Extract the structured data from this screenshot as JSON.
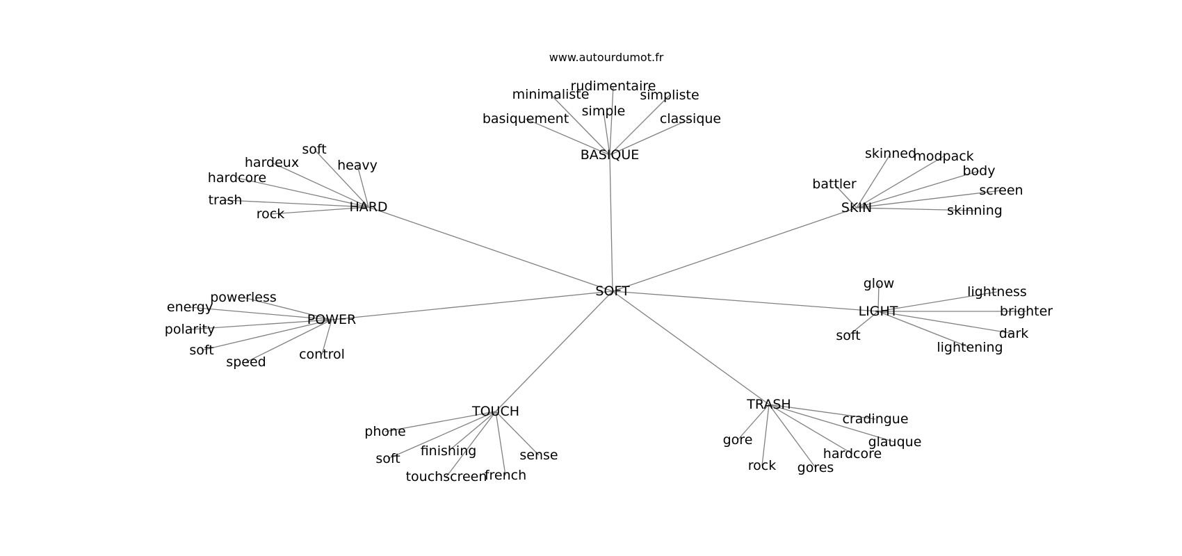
{
  "source": "www.autourdumot.fr",
  "colors": {
    "edge": "#808080",
    "text": "#000000",
    "background": "#ffffff"
  },
  "diagram": {
    "center": "SOFT",
    "clusters": [
      {
        "id": "basique",
        "label": "BASIQUE",
        "leaves": [
          "rudimentaire",
          "minimaliste",
          "simpliste",
          "simple",
          "basiquement",
          "classique"
        ]
      },
      {
        "id": "hard",
        "label": "HARD",
        "leaves": [
          "soft",
          "hardeux",
          "heavy",
          "hardcore",
          "trash",
          "rock"
        ]
      },
      {
        "id": "skin",
        "label": "SKIN",
        "leaves": [
          "skinned",
          "modpack",
          "body",
          "battler",
          "screen",
          "skinning"
        ]
      },
      {
        "id": "power",
        "label": "POWER",
        "leaves": [
          "powerless",
          "energy",
          "polarity",
          "soft",
          "speed",
          "control"
        ]
      },
      {
        "id": "light",
        "label": "LIGHT",
        "leaves": [
          "glow",
          "lightness",
          "brighter",
          "soft",
          "dark",
          "lightening"
        ]
      },
      {
        "id": "touch",
        "label": "TOUCH",
        "leaves": [
          "phone",
          "soft",
          "finishing",
          "sense",
          "touchscreen",
          "french"
        ]
      },
      {
        "id": "trash",
        "label": "TRASH",
        "leaves": [
          "cradingue",
          "gore",
          "glauque",
          "hardcore",
          "rock",
          "gores"
        ]
      }
    ]
  }
}
